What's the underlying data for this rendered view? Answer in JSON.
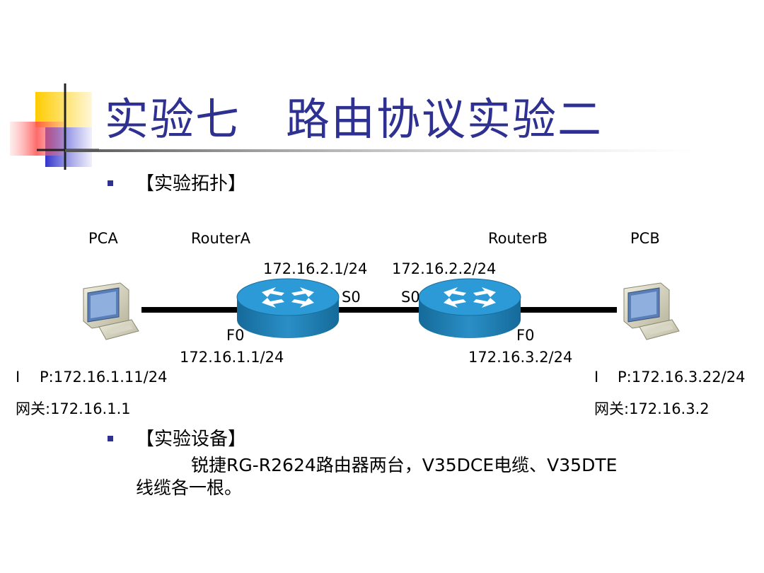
{
  "slide": {
    "title": "实验七　路由协议实验二",
    "bullets": [
      {
        "text": "【实验拓扑】"
      },
      {
        "text": "【实验设备】"
      }
    ],
    "equipment_lines": [
      "锐捷RG-R2624路由器两台，V35DCE电缆、V35DTE",
      "线缆各一根。"
    ]
  },
  "topology": {
    "devices": {
      "pca": {
        "label": "PCA"
      },
      "router_a": {
        "label": "RouterA"
      },
      "router_b": {
        "label": "RouterB"
      },
      "pcb": {
        "label": "PCB"
      }
    },
    "interfaces": {
      "ra_s0_ip": "172.16.2.1/24",
      "rb_s0_ip": "172.16.2.2/24",
      "ra_s0": "S0",
      "rb_s0": "S0",
      "ra_f0": "F0",
      "rb_f0": "F0",
      "ra_f0_ip": "172.16.1.1/24",
      "rb_f0_ip": "172.16.3.2/24"
    },
    "hosts": {
      "pca_ip_prefix": "I",
      "pca_ip": "P:172.16.1.11/24",
      "pca_gateway": "网关:172.16.1.1",
      "pcb_ip_prefix": "I",
      "pcb_ip": "P:172.16.3.22/24",
      "pcb_gateway": "网关:172.16.3.2"
    }
  },
  "colors": {
    "title": "#2e3192",
    "bullet": "#2e3192",
    "router": "#1f7fb3",
    "router_top": "#2c9ad6",
    "link": "#000000",
    "deco_yellow": "#ffcc00",
    "deco_red": "#ff5050",
    "deco_blue": "#3333cc"
  }
}
